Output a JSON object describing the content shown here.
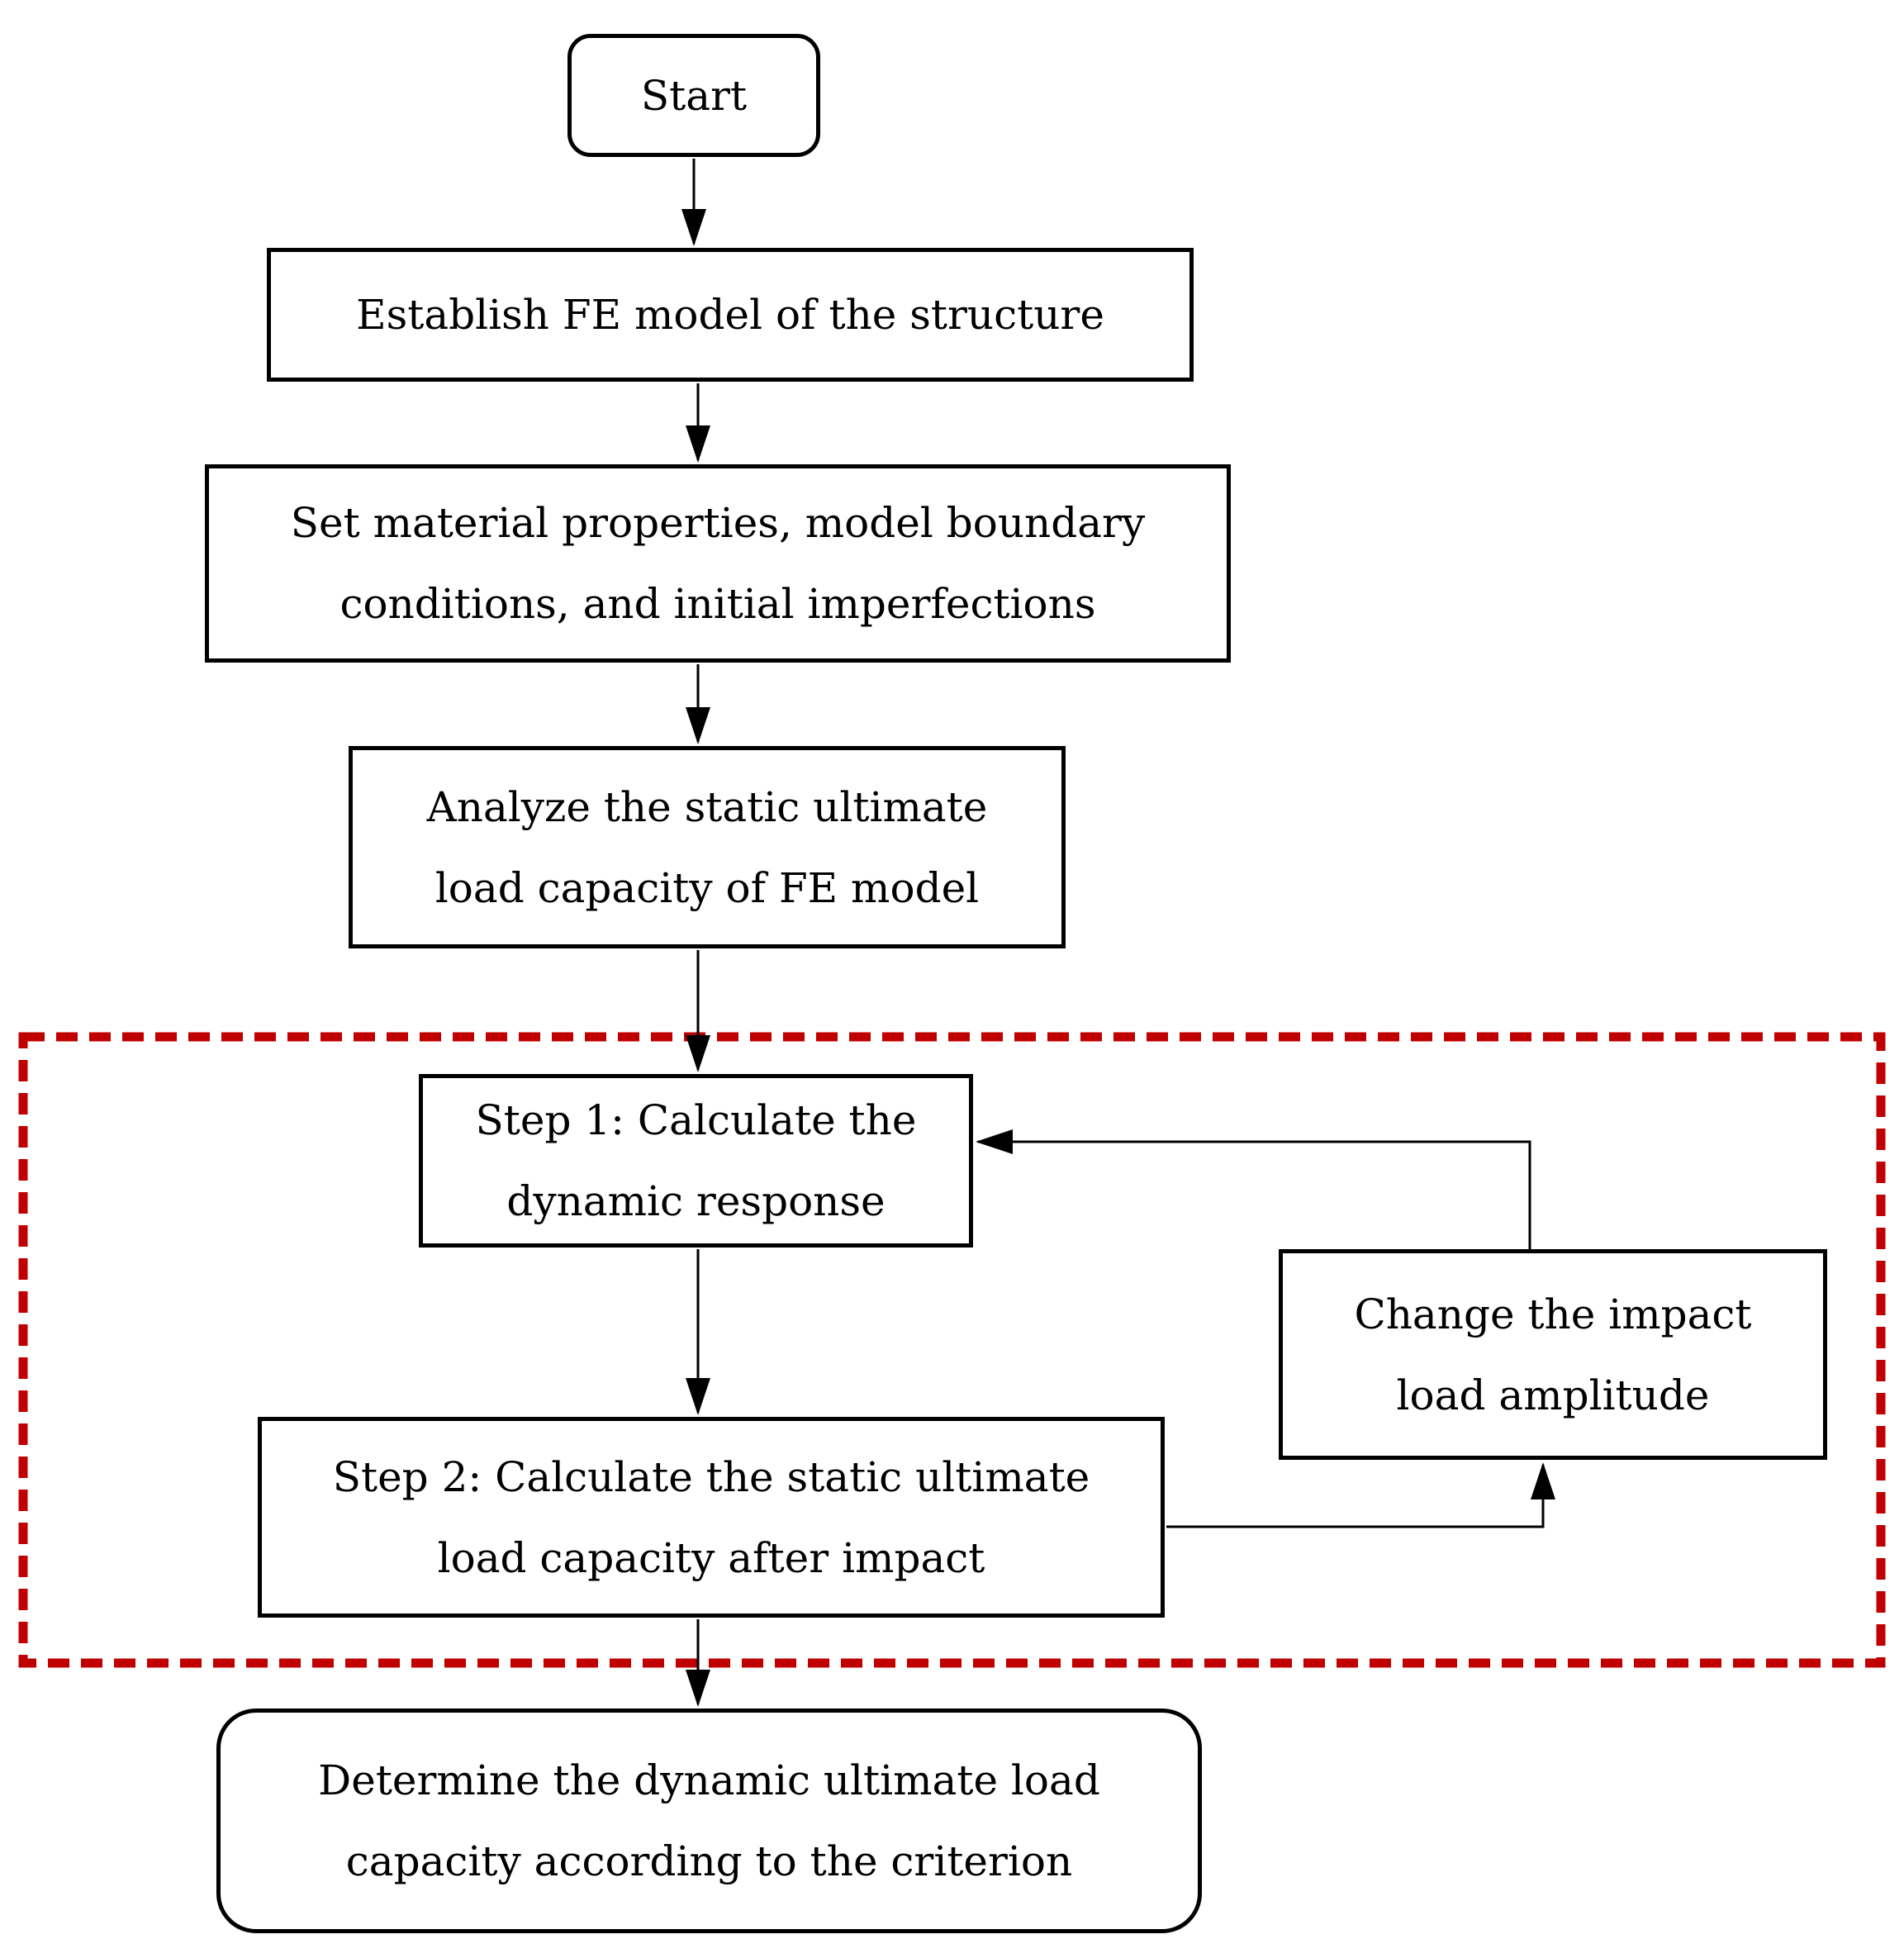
{
  "colors": {
    "accent_red": "#c00000",
    "line_black": "#000000",
    "background": "#ffffff"
  },
  "region": {
    "name": "iteration-loop-region",
    "border_style": "dashed"
  },
  "nodes": {
    "start": {
      "shape": "rounded",
      "line1": "Start"
    },
    "establish": {
      "shape": "rect",
      "line1": "Establish FE model of the structure"
    },
    "set_material": {
      "shape": "rect",
      "line1": "Set material properties, model boundary",
      "line2": "conditions, and initial imperfections"
    },
    "analyze": {
      "shape": "rect",
      "line1": "Analyze the static ultimate",
      "line2": "load capacity of FE model"
    },
    "step1": {
      "shape": "rect",
      "line1": "Step 1: Calculate the",
      "line2": "dynamic response"
    },
    "step2": {
      "shape": "rect",
      "line1": "Step 2: Calculate the static ultimate",
      "line2": "load capacity after impact"
    },
    "change_load": {
      "shape": "rect",
      "line1": "Change the impact",
      "line2": "load amplitude"
    },
    "determine": {
      "shape": "rounded",
      "line1": "Determine the dynamic ultimate load",
      "line2": "capacity according to the criterion"
    }
  }
}
